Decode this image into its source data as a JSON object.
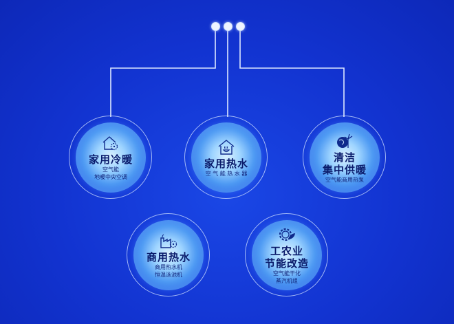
{
  "categories": [
    {
      "key": "home-heating",
      "title_lines": [
        "家用冷暖"
      ],
      "sub_lines": [
        "空气能",
        "地暖中央空调"
      ],
      "icon": "house-fan-icon"
    },
    {
      "key": "home-hot-water",
      "title_lines": [
        "家用热水"
      ],
      "sub_lines": [
        "空 气 能 热 水 器"
      ],
      "icon": "house-steam-bowl-icon"
    },
    {
      "key": "clean-central-heating",
      "title_lines": [
        "清洁",
        "集中供暖"
      ],
      "sub_lines": [
        "空气能商用热泵"
      ],
      "icon": "globe-turbine-icon"
    },
    {
      "key": "commercial-hot-water",
      "title_lines": [
        "商用热水"
      ],
      "sub_lines": [
        "商用热水机",
        "恒温泳池机"
      ],
      "icon": "factory-fan-icon"
    },
    {
      "key": "industrial-agricultural",
      "title_lines": [
        "工农业",
        "节能改造"
      ],
      "sub_lines": [
        "空气能干化",
        "蒸汽机组"
      ],
      "icon": "gear-leaf-icon"
    }
  ],
  "colors": {
    "background": "#1233d0",
    "title_text": "#0a1b6b",
    "line": "#dfe9ff"
  }
}
